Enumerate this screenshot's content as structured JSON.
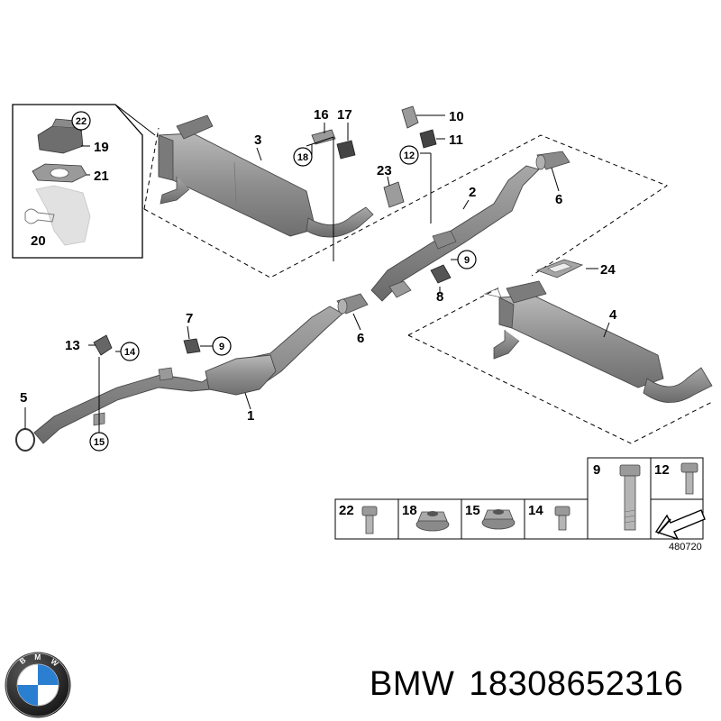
{
  "diagram": {
    "callouts": {
      "p1": "1",
      "p2": "2",
      "p3": "3",
      "p4": "4",
      "p5": "5",
      "p6a": "6",
      "p6b": "6",
      "p7": "7",
      "p8": "8",
      "p9a": "9",
      "p9b": "9",
      "p10": "10",
      "p11": "11",
      "p12": "12",
      "p13": "13",
      "p14": "14",
      "p15": "15",
      "p16": "16",
      "p17": "17",
      "p18": "18",
      "p19": "19",
      "p20": "20",
      "p21": "21",
      "p22": "22",
      "p23": "23",
      "p24": "24"
    },
    "fastener_table": {
      "cells": [
        {
          "number": "22"
        },
        {
          "number": "18"
        },
        {
          "number": "15"
        },
        {
          "number": "14"
        },
        {
          "number": "9"
        },
        {
          "number": "12"
        }
      ],
      "reference": "480720"
    }
  },
  "caption": {
    "brand": "BMW",
    "part_number": "18308652316"
  },
  "colors": {
    "part_fill": "#8e8e8e",
    "part_dark": "#6a6a6a",
    "part_light": "#b8b8b8",
    "line": "#000000",
    "bmw_blue": "#2b7fd1"
  }
}
